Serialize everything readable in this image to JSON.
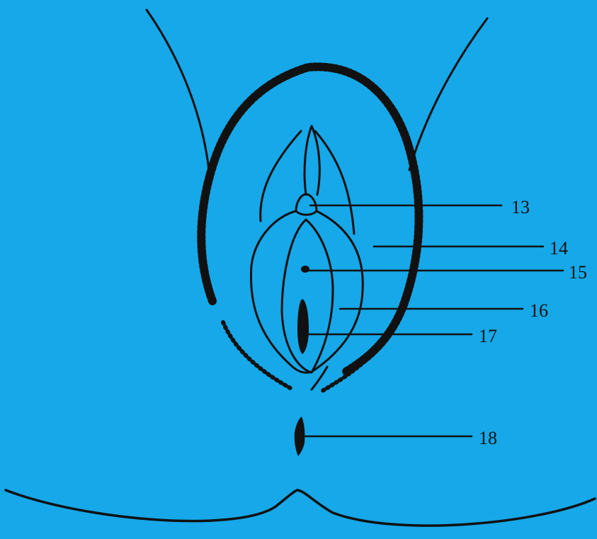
{
  "colors": {
    "background": "#16a8e8",
    "ink": "#111111"
  },
  "labels": [
    {
      "id": "13",
      "text": "13"
    },
    {
      "id": "14",
      "text": "14"
    },
    {
      "id": "15",
      "text": "15"
    },
    {
      "id": "16",
      "text": "16"
    },
    {
      "id": "17",
      "text": "17"
    },
    {
      "id": "18",
      "text": "18"
    }
  ]
}
